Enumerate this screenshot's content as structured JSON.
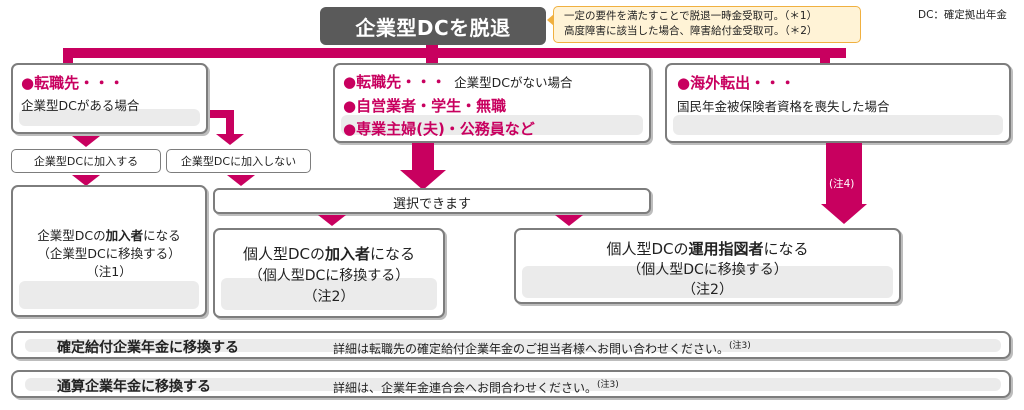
{
  "title": "企業型DCを脱退",
  "note": {
    "line1": "一定の要件を満たすことで脱退一時金受取可。（＊1）",
    "line2": "高度障害に該当した場合、障害給付金受取可。（＊2）"
  },
  "legend": "DC：確定拠出年金",
  "left_box": {
    "heading": "●転職先・・・",
    "sub": "企業型DCがある場合"
  },
  "middle_box": {
    "line1_head": "●転職先・・・",
    "line1_tail": "企業型DCがない場合",
    "line2": "●自営業者・学生・無職",
    "line3": "●専業主婦(夫)・公務員など"
  },
  "right_box": {
    "heading": "●海外転出・・・",
    "sub": "国民年金被保険者資格を喪失した場合"
  },
  "join_label": "企業型DCに加入する",
  "nojoin_label": "企業型DCに加入しない",
  "select_label": "選択できます",
  "note4": "(注4)",
  "outcome_company": {
    "line1_pre": "企業型DCの",
    "line1_bold": "加入者",
    "line1_post": "になる",
    "line2": "（企業型DCに移換する）",
    "line3": "（注1）"
  },
  "outcome_ideco_member": {
    "line1_pre": "個人型DCの",
    "line1_bold": "加入者",
    "line1_post": "になる",
    "line2": "（個人型DCに移換する）",
    "line3": "（注2）"
  },
  "outcome_ideco_operator": {
    "line1_pre": "個人型DCの",
    "line1_bold": "運用指図者",
    "line1_post": "になる",
    "line2": "（個人型DCに移換する）",
    "line3": "（注2）"
  },
  "bottom_rows": [
    {
      "label": "確定給付企業年金に移換する",
      "detail": "詳細は転職先の確定給付企業年金のご担当者様へお問い合わせください。",
      "note": "(注3)"
    },
    {
      "label": "通算企業年金に移換する",
      "detail": "詳細は、企業年金連合会へお問合わせください。",
      "note": "(注3)"
    }
  ],
  "colors": {
    "accent": "#c8005f",
    "title_bg": "#5a5a5a",
    "note_bg": "#fff3d6",
    "note_border": "#f0b040",
    "box_border": "#7d7d7d",
    "inner_fill": "#ebebeb"
  }
}
